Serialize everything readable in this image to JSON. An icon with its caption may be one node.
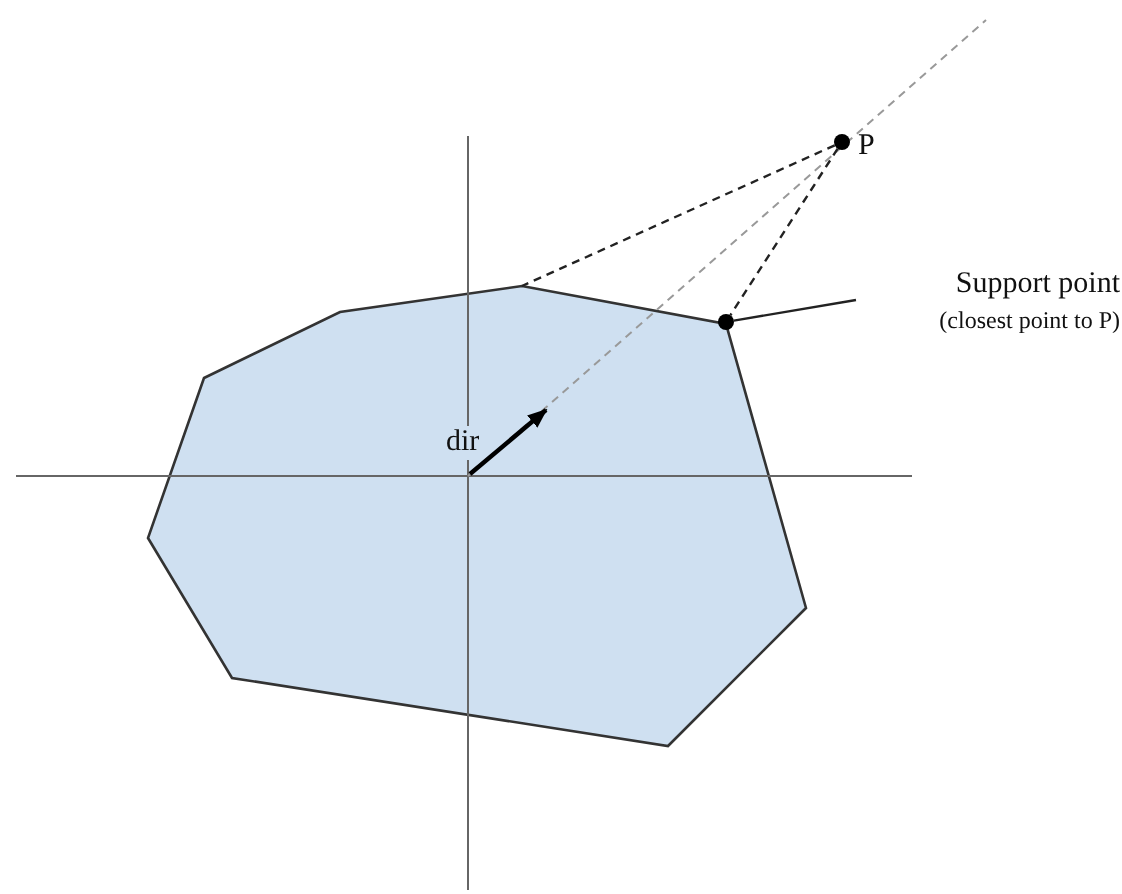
{
  "diagram": {
    "nodes": [
      {
        "text": [],
        "shape": "circle",
        "beside": [
          "P"
        ]
      },
      {
        "text": [],
        "shape": "circle"
      },
      {
        "text": [
          "Support point",
          "(closest point to P)"
        ]
      },
      {
        "text": [],
        "shape": "polygon"
      }
    ],
    "edges": [
      {
        "from": 2,
        "to": 1,
        "arrow": "none"
      },
      {
        "from": 0,
        "to": 1,
        "arrow": "none",
        "style": "dashed"
      },
      {
        "from": 0,
        "to": 3,
        "arrow": "none",
        "style": "dashed"
      }
    ],
    "labels": [
      "dir"
    ]
  }
}
